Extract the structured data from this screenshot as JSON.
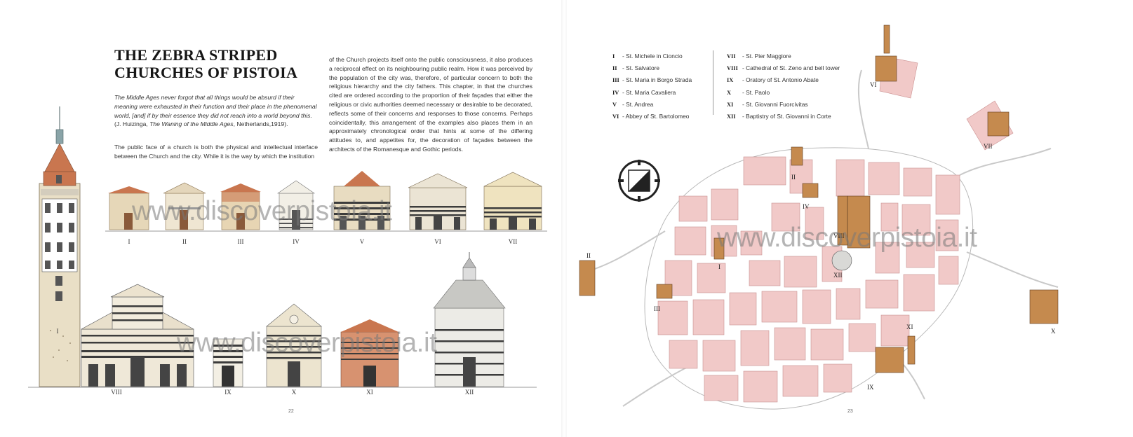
{
  "left_page": {
    "title_lines": [
      "THE ZEBRA STRIPED",
      "CHURCHES OF PISTOIA"
    ],
    "epigraph": {
      "quote": "The Middle Ages never forgot that all things would be absurd if their meaning were exhausted in their function and their place in the phenomenal world, [and] if by their essence they did not reach into a world beyond this.",
      "citation_prefix": "(J. Huizinga, ",
      "citation_work": "The Waning of the Middle Ages",
      "citation_suffix": ", Netherlands,1919)."
    },
    "intro_paragraph": "The public face of a church is both the physical and intellectual interface between the Church and the city. While it is the way by which the institution",
    "second_column": "of the Church projects itself onto the public consciousness, it also produces a reciprocal effect on its neighbouring public realm. How it was perceived by the population of the city was, therefore, of particular concern to both the religious hierarchy and the city fathers. This chapter, in that the churches cited are ordered according to the proportion of their façades that either the religious or civic authorities deemed necessary or desirable to be decorated, reflects some of their concerns and responses to those concerns. Perhaps coincidentally, this arrangement of the examples also places them in an approximately chronological order that hints at some of the differing attitudes to, and appetites for, the decoration of façades between the architects of the Romanesque and Gothic periods.",
    "facade_labels_top": [
      "I",
      "II",
      "III",
      "IV",
      "V",
      "VI",
      "VII"
    ],
    "tower_label": "I",
    "facade_labels_bottom": [
      "VIII",
      "IX",
      "X",
      "XI",
      "XII"
    ],
    "page_number": "22",
    "watermark": "www.discoverpistoia.it"
  },
  "right_page": {
    "legend_left": [
      {
        "num": "I",
        "name": "- St. Michele in Cioncio"
      },
      {
        "num": "II",
        "name": "- St. Salvatore"
      },
      {
        "num": "III",
        "name": "- St. Maria in Borgo Strada"
      },
      {
        "num": "IV",
        "name": "- St. Maria Cavaliera"
      },
      {
        "num": "V",
        "name": "- St. Andrea"
      },
      {
        "num": "VI",
        "name": "- Abbey of St. Bartolomeo"
      }
    ],
    "legend_right": [
      {
        "num": "VII",
        "name": "- St. Pier Maggiore"
      },
      {
        "num": "VIII",
        "name": "- Cathedral of St. Zeno and bell tower"
      },
      {
        "num": "IX",
        "name": "- Oratory of St. Antonio Abate"
      },
      {
        "num": "X",
        "name": "- St. Paolo"
      },
      {
        "num": "XI",
        "name": "- St. Giovanni Fuorcivitas"
      },
      {
        "num": "XII",
        "name": "- Baptistry of St. Giovanni in Corte"
      }
    ],
    "map_labels": [
      "I",
      "II",
      "II",
      "III",
      "IV",
      "VI",
      "VII",
      "VIII",
      "IX",
      "X",
      "XI",
      "XII"
    ],
    "page_number": "23",
    "watermark": "www.discoverpistoia.it"
  },
  "colors": {
    "block_fill": "#f1c9c8",
    "block_stroke": "#c98f8f",
    "street_fill": "#ffffff",
    "stone": "#e9dcc2",
    "brick": "#c9764f",
    "stripe_dark": "#3c3c3c"
  }
}
